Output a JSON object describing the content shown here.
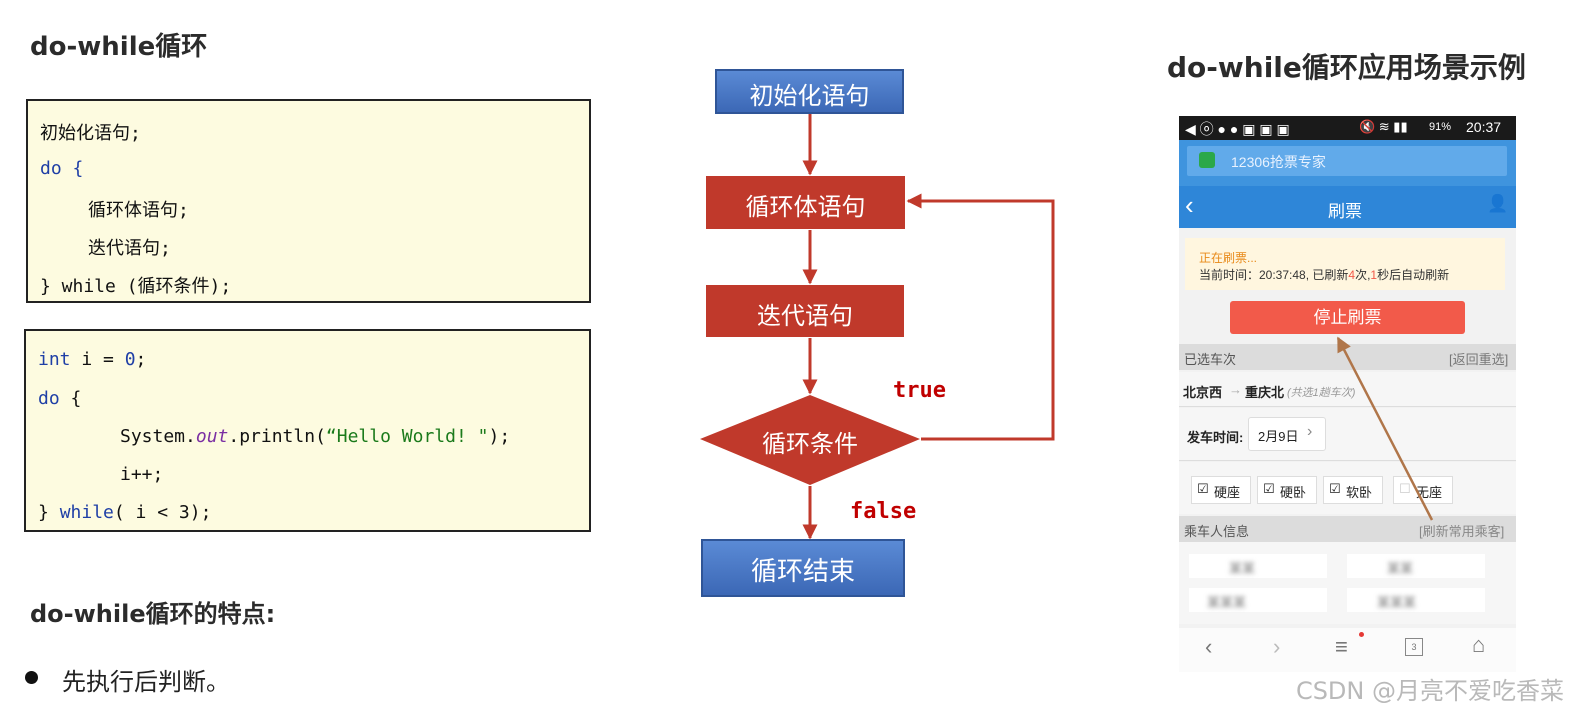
{
  "left": {
    "title": "do-while循环",
    "syntax_lines": [
      "初始化语句;",
      "do {",
      "循环体语句;",
      "迭代语句;",
      "} while (循环条件);"
    ],
    "example": {
      "l1_kw": "int",
      "l1_rest": " i = ",
      "l1_num": "0",
      "l1_end": ";",
      "l2_kw": "do",
      "l2_rest": " {",
      "l3_a": "System.",
      "l3_field": "out",
      "l3_b": ".println(",
      "l3_str": "“Hello World! \"",
      "l3_c": ");",
      "l4": "i++;",
      "l5_a": "} ",
      "l5_kw": "while",
      "l5_b": "( i < 3);"
    },
    "features_title": "do-while循环的特点:",
    "features": [
      "先执行后判断。"
    ]
  },
  "flowchart": {
    "init": "初始化语句",
    "body": "循环体语句",
    "iter": "迭代语句",
    "cond": "循环条件",
    "end": "循环结束",
    "true_label": "true",
    "false_label": "false"
  },
  "right": {
    "title": "do-while循环应用场景示例",
    "phone": {
      "status_time": "20:37",
      "status_battery": "91%",
      "notice": "12306抢票专家",
      "nav_title": "刷票",
      "refresh_status": "正在刷票...",
      "refresh_info_a": "当前时间：20:37:48, 已刷新",
      "refresh_count": "4",
      "refresh_info_b": "次,",
      "refresh_secs": "1",
      "refresh_info_c": "秒后自动刷新",
      "stop_button": "停止刷票",
      "selected_trains_label": "已选车次",
      "reselect": "[返回重选]",
      "from": "北京西",
      "to": "重庆北",
      "train_count": "(共选1趟车次)",
      "departure_label": "发车时间:",
      "departure_date": "2月9日",
      "seats": [
        "硬座",
        "硬卧",
        "软卧",
        "无座"
      ],
      "passenger_label": "乘车人信息",
      "refresh_passengers": "[刷新常用乘客]",
      "passengers_blurred": [
        "某某",
        "某某",
        "某某某",
        "某某某"
      ]
    }
  },
  "watermark": "CSDN @月亮不爱吃香菜",
  "colors": {
    "blue_box": "#4472c4",
    "red_box": "#c0392b",
    "arrow_red": "#c0392b",
    "label_red": "#c00000",
    "phone_blue": "#2e86d8",
    "stop_red": "#f25a4a"
  }
}
